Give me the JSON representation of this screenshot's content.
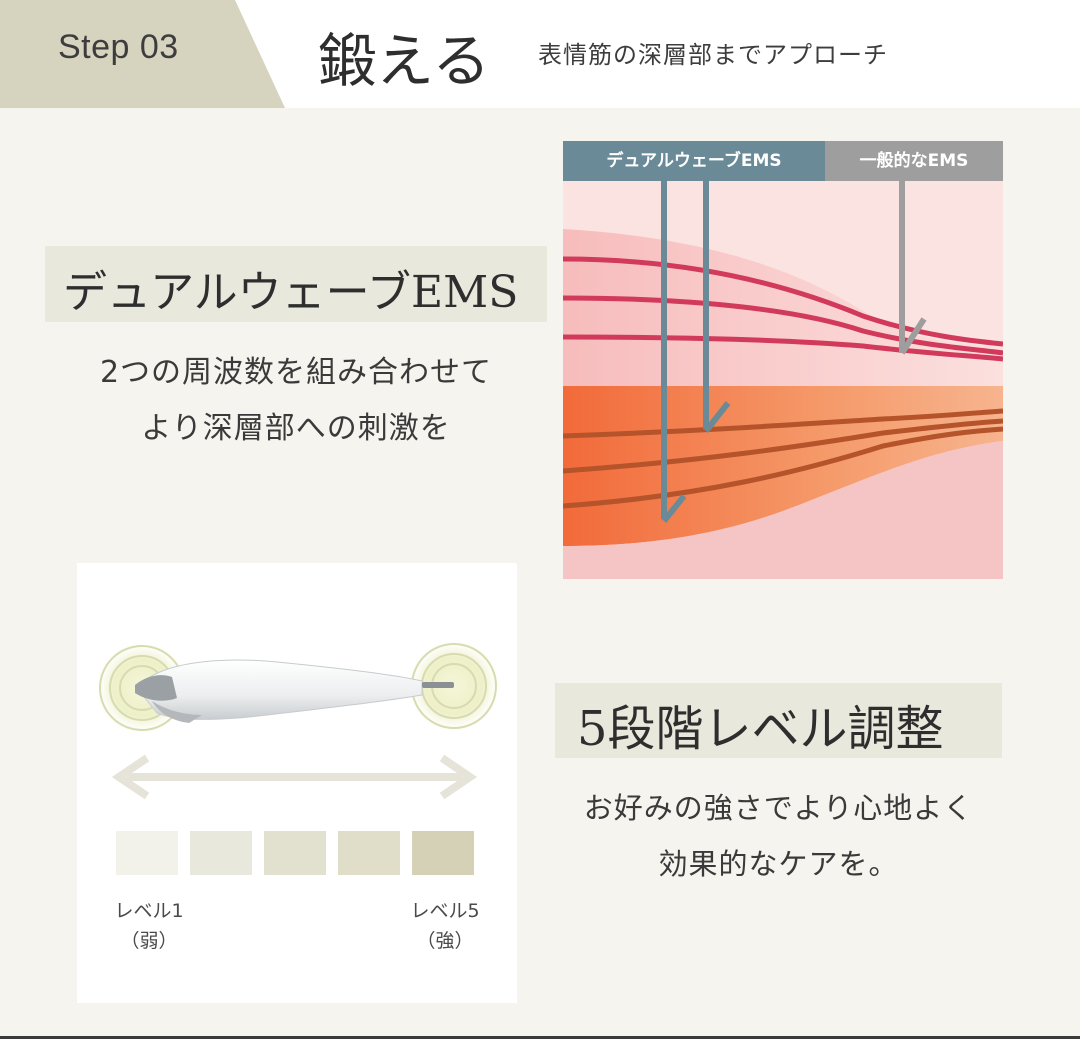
{
  "header": {
    "step": "Step 03",
    "title": "鍛える",
    "subtitle": "表情筋の深層部までアプローチ"
  },
  "ems_section": {
    "heading": "デュアルウェーブEMS",
    "desc_line1": "2つの周波数を組み合わせて",
    "desc_line2": "より深層部への刺激を"
  },
  "chart": {
    "tab_dual": "デュアルウェーブEMS",
    "tab_general": "一般的なEMS",
    "colors": {
      "dual": "#6a8a98",
      "general": "#9e9e9e",
      "skin": "#fbe3e1",
      "muscle": "#f4925f",
      "line_upper": "#d23a5b",
      "line_lower": "#b5532b"
    }
  },
  "level_panel": {
    "levels": [
      1,
      2,
      3,
      4,
      5
    ],
    "level_colors": [
      "#f2f1ea",
      "#e9e8dc",
      "#e2e0cf",
      "#e0ddc9",
      "#d4d1b6"
    ],
    "min_label": "レベル1",
    "min_sub": "（弱）",
    "max_label": "レベル5",
    "max_sub": "（強）"
  },
  "level_section": {
    "heading": "5段階レベル調整",
    "desc_line1": "お好みの強さでより心地よく",
    "desc_line2": "効果的なケアを。"
  }
}
